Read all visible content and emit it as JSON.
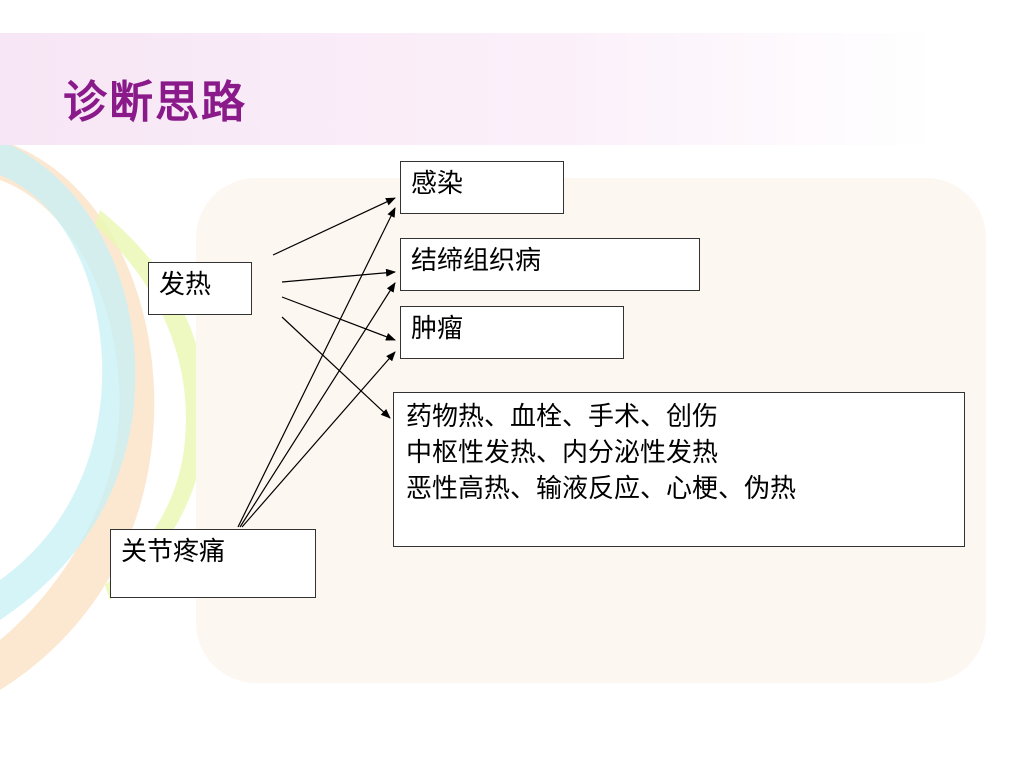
{
  "slide": {
    "title": "诊断思路",
    "sources": {
      "fever": "发热",
      "joint_pain": "关节疼痛"
    },
    "targets": {
      "infection": "感染",
      "connective": "结缔组织病",
      "tumor": "肿瘤",
      "other_lines": [
        "药物热、血栓、手术、创伤",
        "中枢性发热、内分泌性发热",
        "恶性高热、输液反应、心梗、伪热"
      ]
    }
  }
}
